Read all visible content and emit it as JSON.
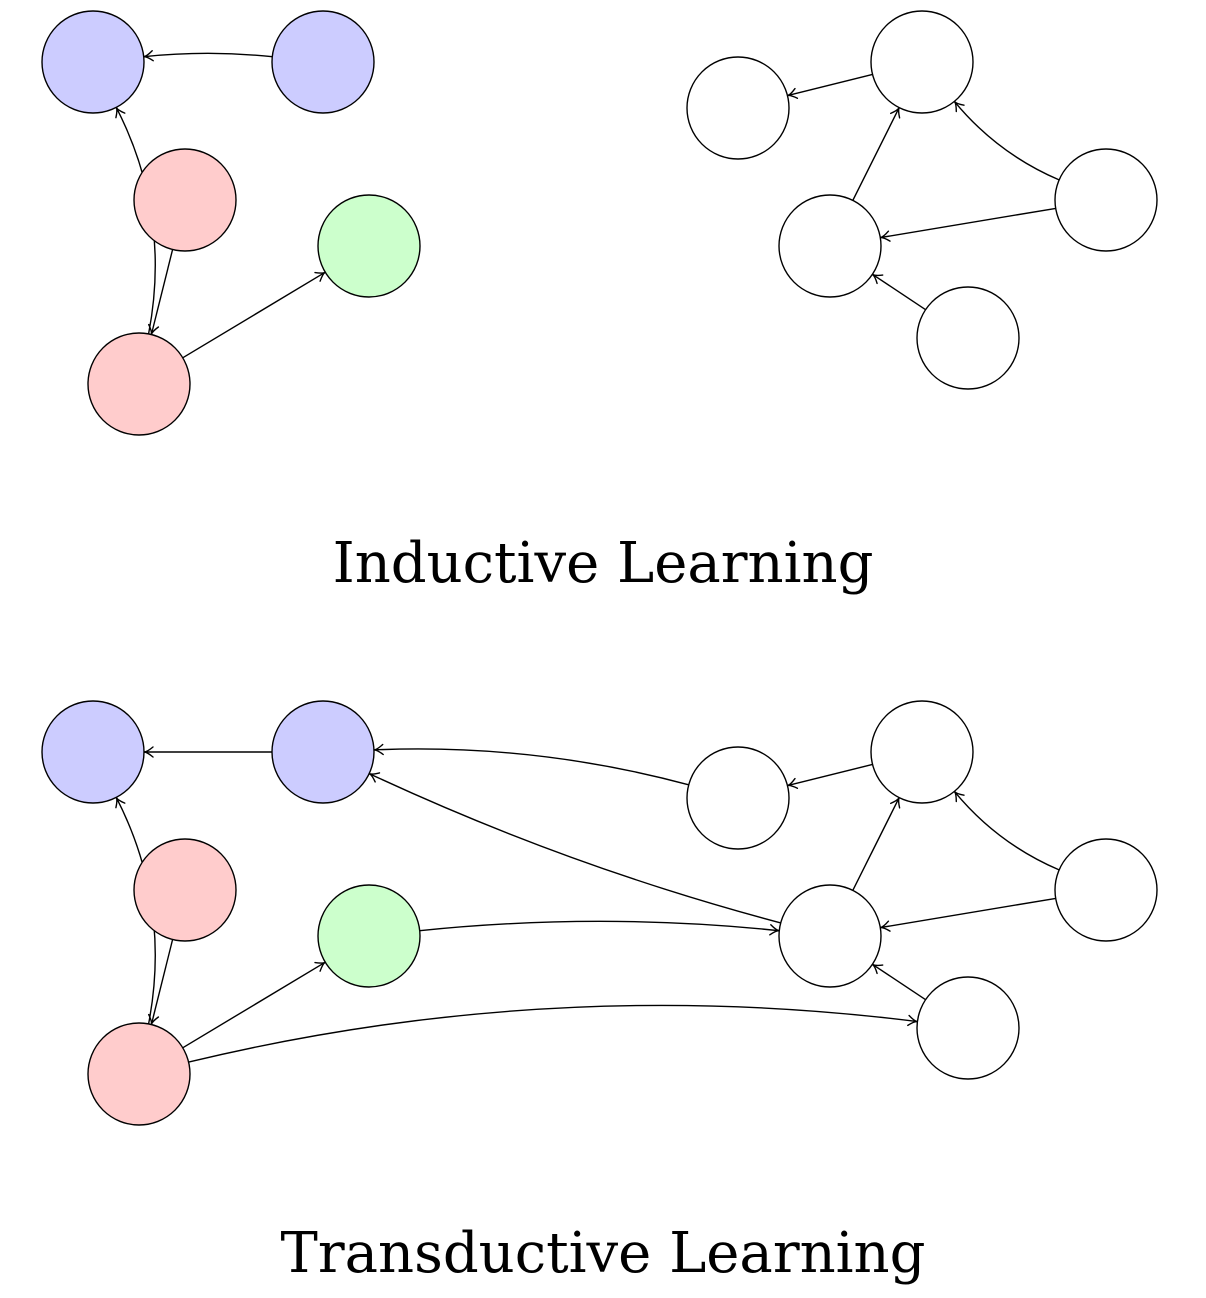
{
  "captions": {
    "top": "Inductive Learning",
    "bottom": "Transductive Learning"
  },
  "colors": {
    "blue": "#ccccff",
    "red": "#ffcccc",
    "green": "#ccffcc",
    "white": "#ffffff",
    "stroke": "#000000"
  },
  "panels": [
    {
      "name": "inductive",
      "nodes": [
        {
          "id": "b1",
          "color": "blue"
        },
        {
          "id": "b2",
          "color": "blue"
        },
        {
          "id": "r1",
          "color": "red"
        },
        {
          "id": "g1",
          "color": "green"
        },
        {
          "id": "r2",
          "color": "red"
        },
        {
          "id": "w1",
          "color": "white"
        },
        {
          "id": "w2",
          "color": "white"
        },
        {
          "id": "w3",
          "color": "white"
        },
        {
          "id": "w4",
          "color": "white"
        },
        {
          "id": "w5",
          "color": "white"
        }
      ],
      "edges": [
        {
          "from": "b2",
          "to": "b1"
        },
        {
          "from": "r2",
          "to": "b1"
        },
        {
          "from": "r1",
          "to": "r2"
        },
        {
          "from": "r2",
          "to": "g1"
        },
        {
          "from": "w2",
          "to": "w1"
        },
        {
          "from": "w3",
          "to": "w2"
        },
        {
          "from": "w4",
          "to": "w2"
        },
        {
          "from": "w4",
          "to": "w3"
        },
        {
          "from": "w5",
          "to": "w3"
        }
      ]
    },
    {
      "name": "transductive",
      "nodes": [
        {
          "id": "b1",
          "color": "blue"
        },
        {
          "id": "b2",
          "color": "blue"
        },
        {
          "id": "r1",
          "color": "red"
        },
        {
          "id": "g1",
          "color": "green"
        },
        {
          "id": "r2",
          "color": "red"
        },
        {
          "id": "w1",
          "color": "white"
        },
        {
          "id": "w2",
          "color": "white"
        },
        {
          "id": "w3",
          "color": "white"
        },
        {
          "id": "w4",
          "color": "white"
        },
        {
          "id": "w5",
          "color": "white"
        }
      ],
      "edges": [
        {
          "from": "b2",
          "to": "b1"
        },
        {
          "from": "r2",
          "to": "b1"
        },
        {
          "from": "r1",
          "to": "r2"
        },
        {
          "from": "r2",
          "to": "g1"
        },
        {
          "from": "w2",
          "to": "w1"
        },
        {
          "from": "w3",
          "to": "w2"
        },
        {
          "from": "w4",
          "to": "w2"
        },
        {
          "from": "w4",
          "to": "w3"
        },
        {
          "from": "w5",
          "to": "w3"
        },
        {
          "from": "w1",
          "to": "b2"
        },
        {
          "from": "w3",
          "to": "b2"
        },
        {
          "from": "g1",
          "to": "w3"
        },
        {
          "from": "r2",
          "to": "w5"
        }
      ]
    }
  ]
}
